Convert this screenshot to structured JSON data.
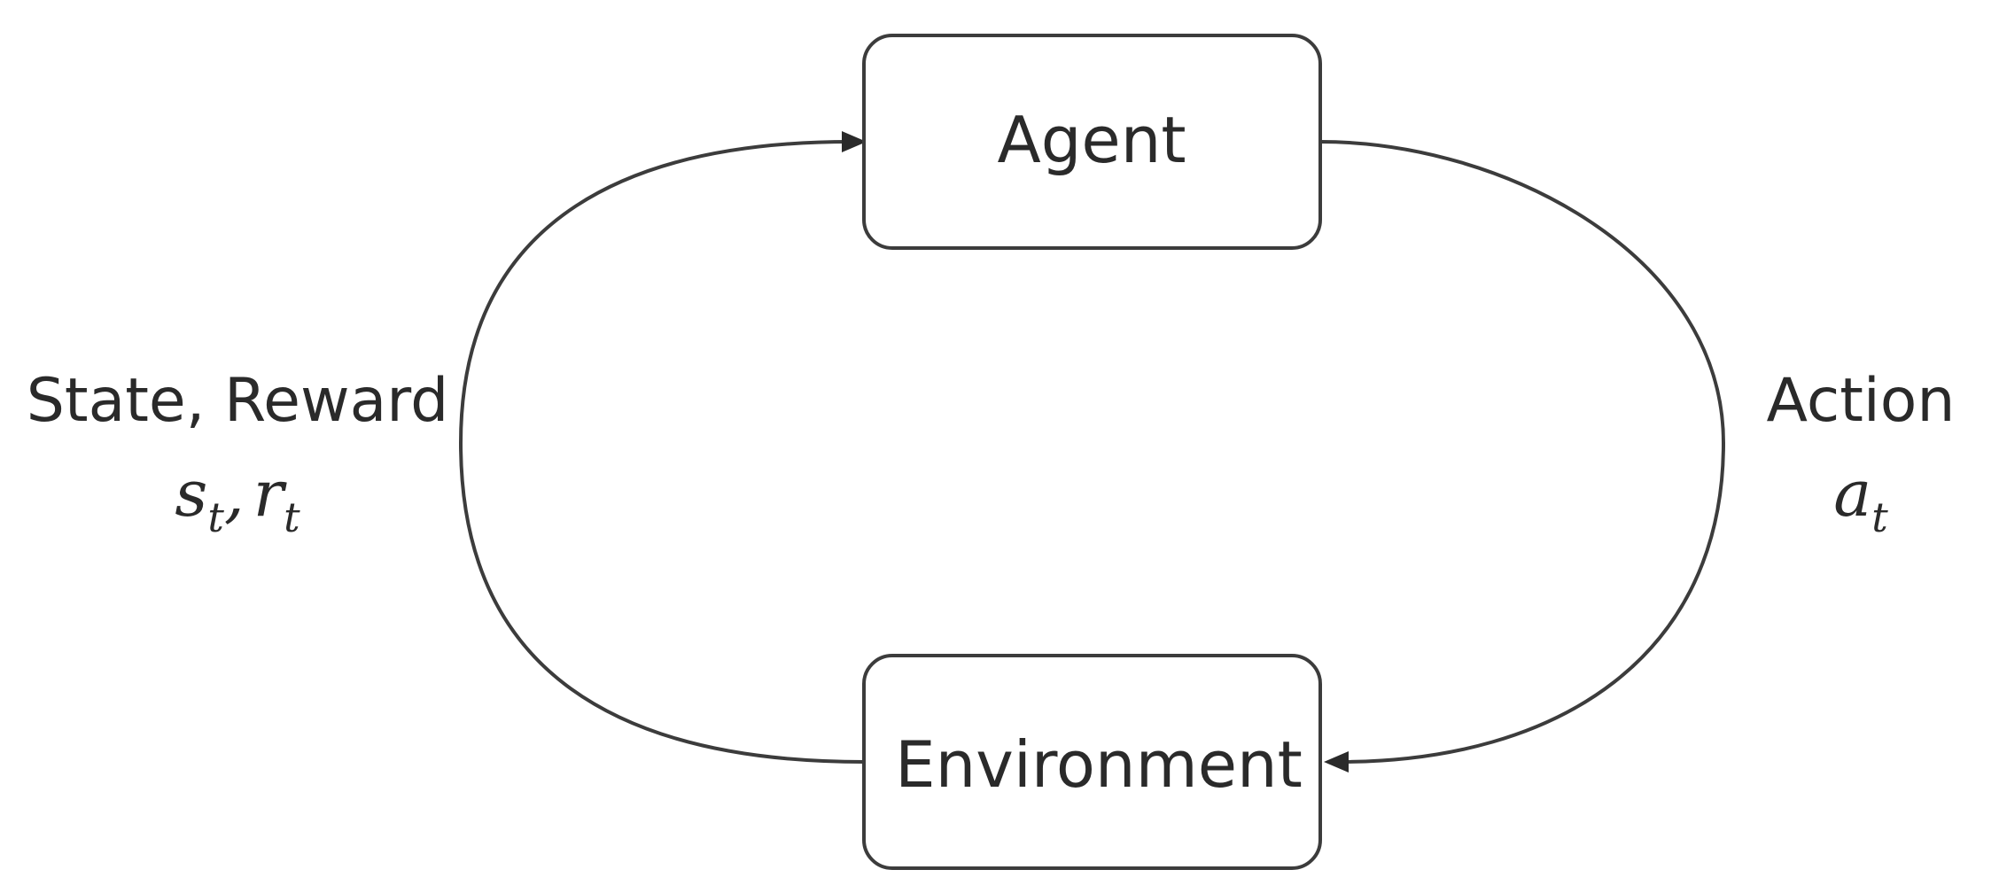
{
  "nodes": {
    "agent": {
      "label": "Agent"
    },
    "environment": {
      "label": "Environment"
    }
  },
  "edges": {
    "state_reward": {
      "label": "State, Reward",
      "symbol_1": {
        "base": "s",
        "sub": "t"
      },
      "separator": ",",
      "symbol_2": {
        "base": "r",
        "sub": "t"
      }
    },
    "action": {
      "label": "Action",
      "symbol": {
        "base": "a",
        "sub": "t"
      }
    }
  },
  "colors": {
    "stroke": "#3c3c3c",
    "text": "#2a2a2a",
    "background": "#ffffff"
  }
}
